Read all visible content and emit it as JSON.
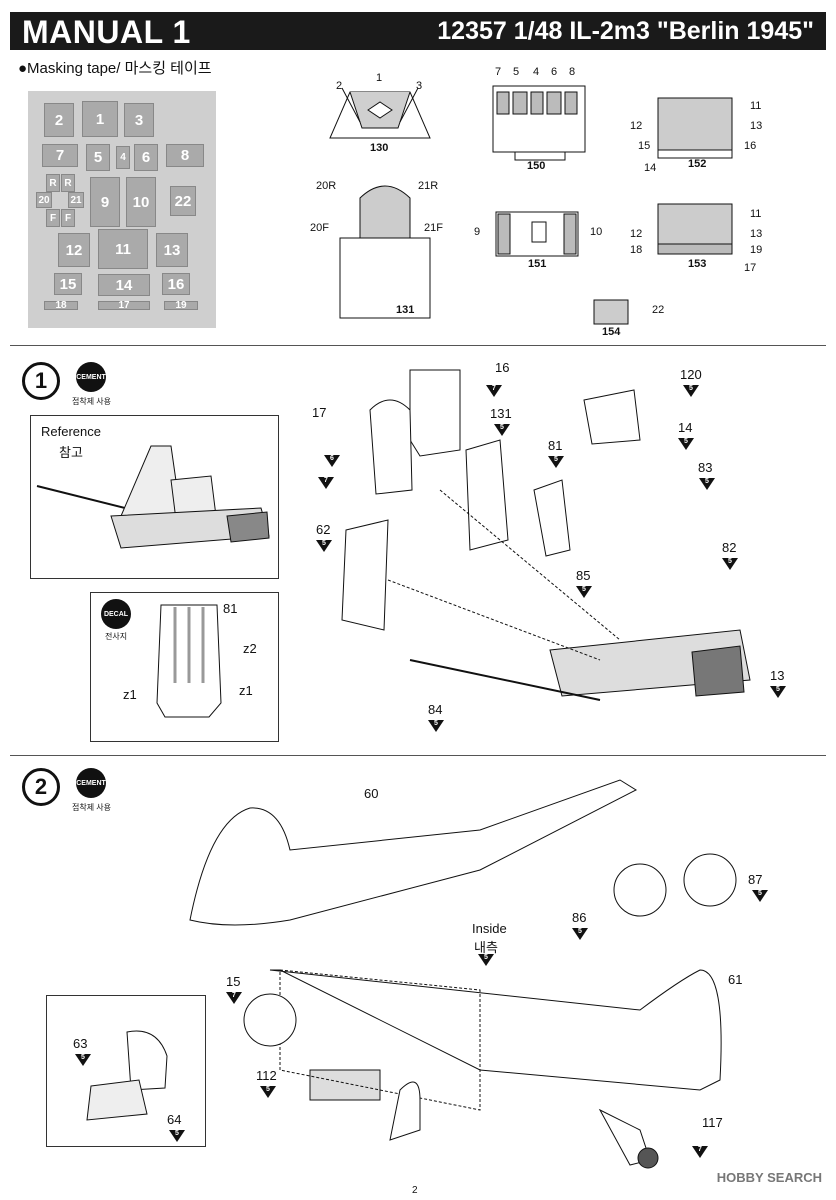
{
  "header": {
    "title": "MANUAL 1",
    "kit": "12357 1/48 IL-2m3 \"Berlin 1945\""
  },
  "masking": {
    "label": "●Masking tape/ 마스킹 테이프",
    "cells": [
      "2",
      "1",
      "3",
      "7",
      "5",
      "4",
      "6",
      "8",
      "R",
      "R",
      "20",
      "21",
      "F",
      "F",
      "9",
      "10",
      "22",
      "12",
      "11",
      "13",
      "15",
      "14",
      "16",
      "18",
      "17",
      "19"
    ]
  },
  "mask_parts": {
    "p130": {
      "part": "130",
      "refs": [
        "2",
        "1",
        "3"
      ]
    },
    "p150": {
      "part": "150",
      "refs": [
        "7",
        "5",
        "4",
        "6",
        "8"
      ]
    },
    "p152": {
      "part": "152",
      "refs": [
        "11",
        "12",
        "13",
        "15",
        "16",
        "14"
      ]
    },
    "p131": {
      "part": "131",
      "refs": [
        "20R",
        "21R",
        "20F",
        "21F"
      ]
    },
    "p151": {
      "part": "151",
      "refs": [
        "9",
        "10"
      ]
    },
    "p153": {
      "part": "153",
      "refs": [
        "11",
        "12",
        "13",
        "18",
        "19",
        "17"
      ]
    },
    "p154": {
      "part": "154",
      "refs": [
        "22"
      ]
    }
  },
  "step1": {
    "number": "1",
    "cement": "CEMENT",
    "cement_caption": "접착제 사용",
    "reference_en": "Reference",
    "reference_ko": "참고",
    "decal": "DECAL",
    "decal_caption": "전사지",
    "decal_refs": [
      "81",
      "z2",
      "z1",
      "z1"
    ],
    "parts": [
      {
        "id": "16",
        "color": "7"
      },
      {
        "id": "17",
        "color": "6"
      },
      {
        "id": "131",
        "color": "5"
      },
      {
        "id": "120",
        "color": "5"
      },
      {
        "id": "14",
        "color": "5"
      },
      {
        "id": "81",
        "color": "5"
      },
      {
        "id": "83",
        "color": "5"
      },
      {
        "id": "62",
        "color": "5"
      },
      {
        "id": "82",
        "color": "5"
      },
      {
        "id": "85",
        "color": "5"
      },
      {
        "id": "13",
        "color": "5"
      },
      {
        "id": "84",
        "color": "5"
      }
    ],
    "extra_color": "7"
  },
  "step2": {
    "number": "2",
    "cement": "CEMENT",
    "cement_caption": "접착제 사용",
    "inside_en": "Inside",
    "inside_ko": "내측",
    "inside_color": "5",
    "parts": [
      {
        "id": "60"
      },
      {
        "id": "87",
        "color": "5"
      },
      {
        "id": "86",
        "color": "5"
      },
      {
        "id": "15",
        "color": "7"
      },
      {
        "id": "61"
      },
      {
        "id": "112",
        "color": "5"
      },
      {
        "id": "63",
        "color": "5"
      },
      {
        "id": "64",
        "color": "5"
      },
      {
        "id": "117",
        "color": "7"
      }
    ]
  },
  "footer": {
    "page": "2",
    "watermark": "HOBBY SEARCH"
  }
}
